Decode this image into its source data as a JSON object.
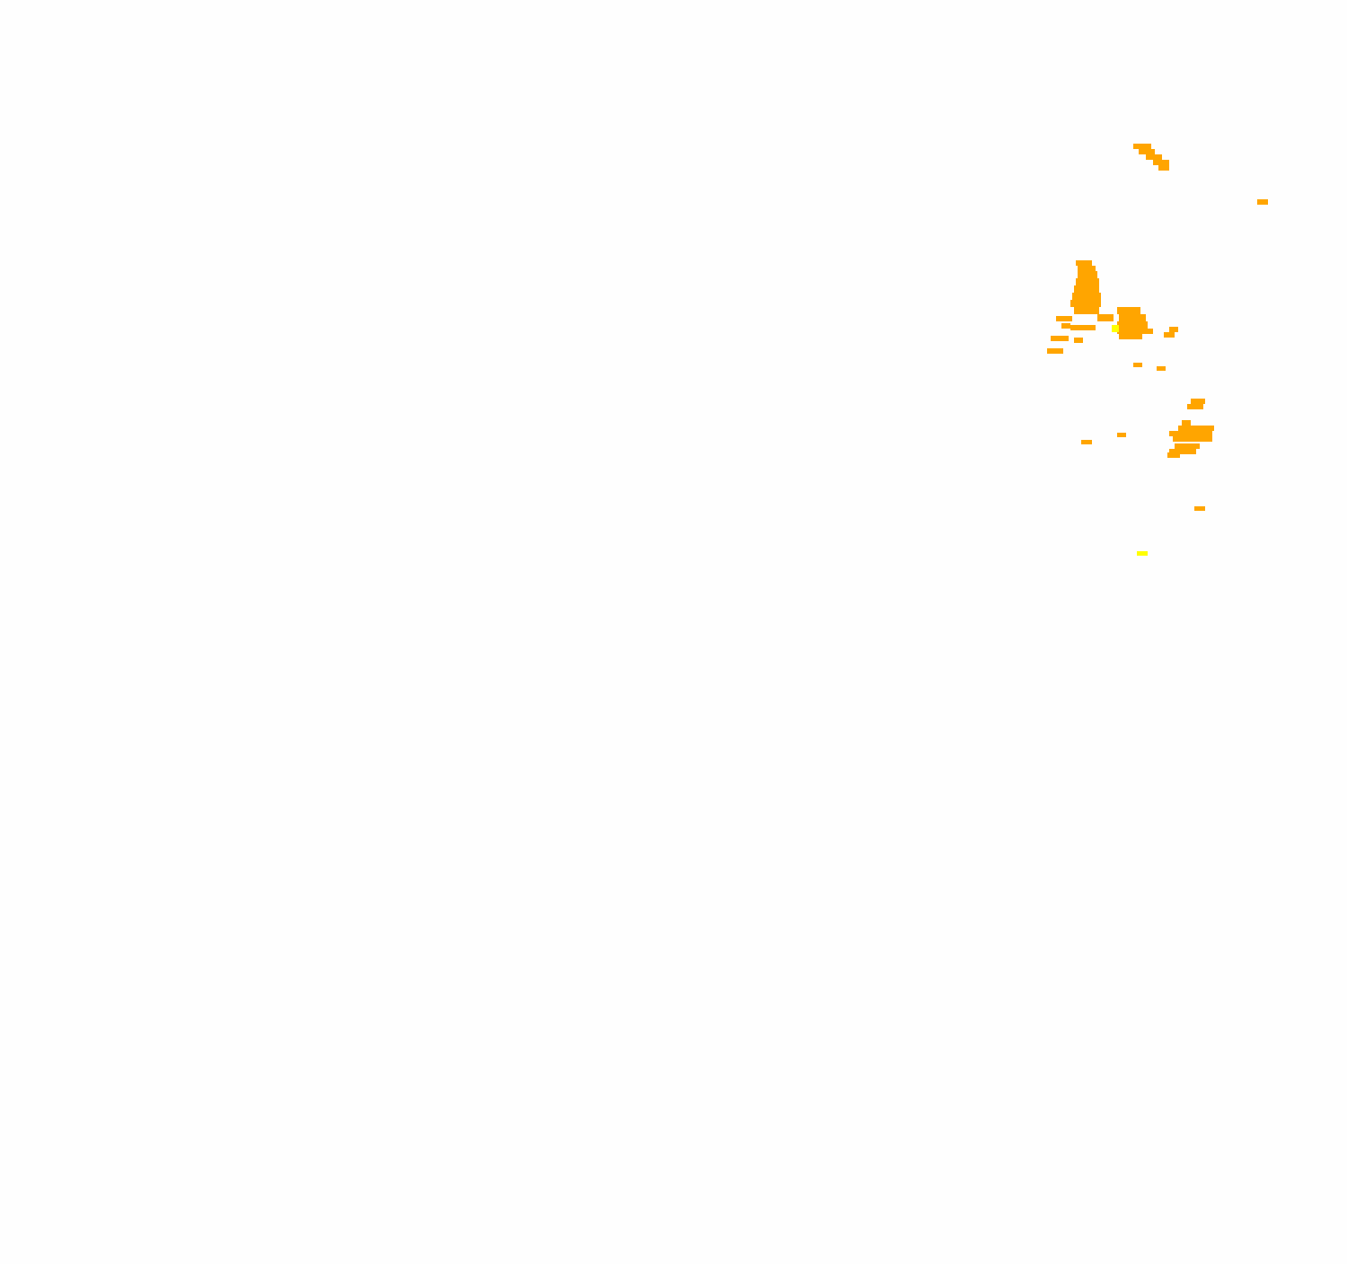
{
  "overlay": {
    "type": "radar-precipitation-tiles",
    "colors": {
      "background": "#fefefe",
      "moderate": "#ffa500",
      "light": "#ffff00"
    },
    "levels": [
      "moderate",
      "light"
    ]
  }
}
